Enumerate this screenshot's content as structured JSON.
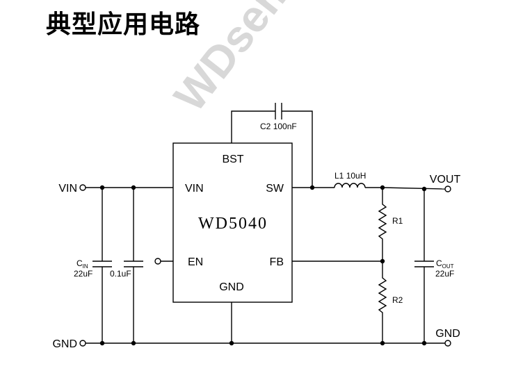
{
  "page_title": "典型应用电路",
  "watermark": "WDsem",
  "chip": {
    "name": "WD5040",
    "pins": {
      "bst": "BST",
      "vin": "VIN",
      "sw": "SW",
      "en": "EN",
      "fb": "FB",
      "gnd": "GND"
    }
  },
  "terminals": {
    "vin": "VIN",
    "gnd_left": "GND",
    "vout": "VOUT",
    "gnd_right": "GND"
  },
  "components": {
    "c2": {
      "ref": "C2",
      "value": "100nF"
    },
    "l1": {
      "ref": "L1",
      "value": "10uH"
    },
    "r1": {
      "ref": "R1"
    },
    "r2": {
      "ref": "R2"
    },
    "cin": {
      "ref": "C",
      "sub": "IN",
      "value": "22uF"
    },
    "c_in2": {
      "value": "0.1uF"
    },
    "cout": {
      "ref": "C",
      "sub": "OUT",
      "value": "22uF"
    }
  }
}
